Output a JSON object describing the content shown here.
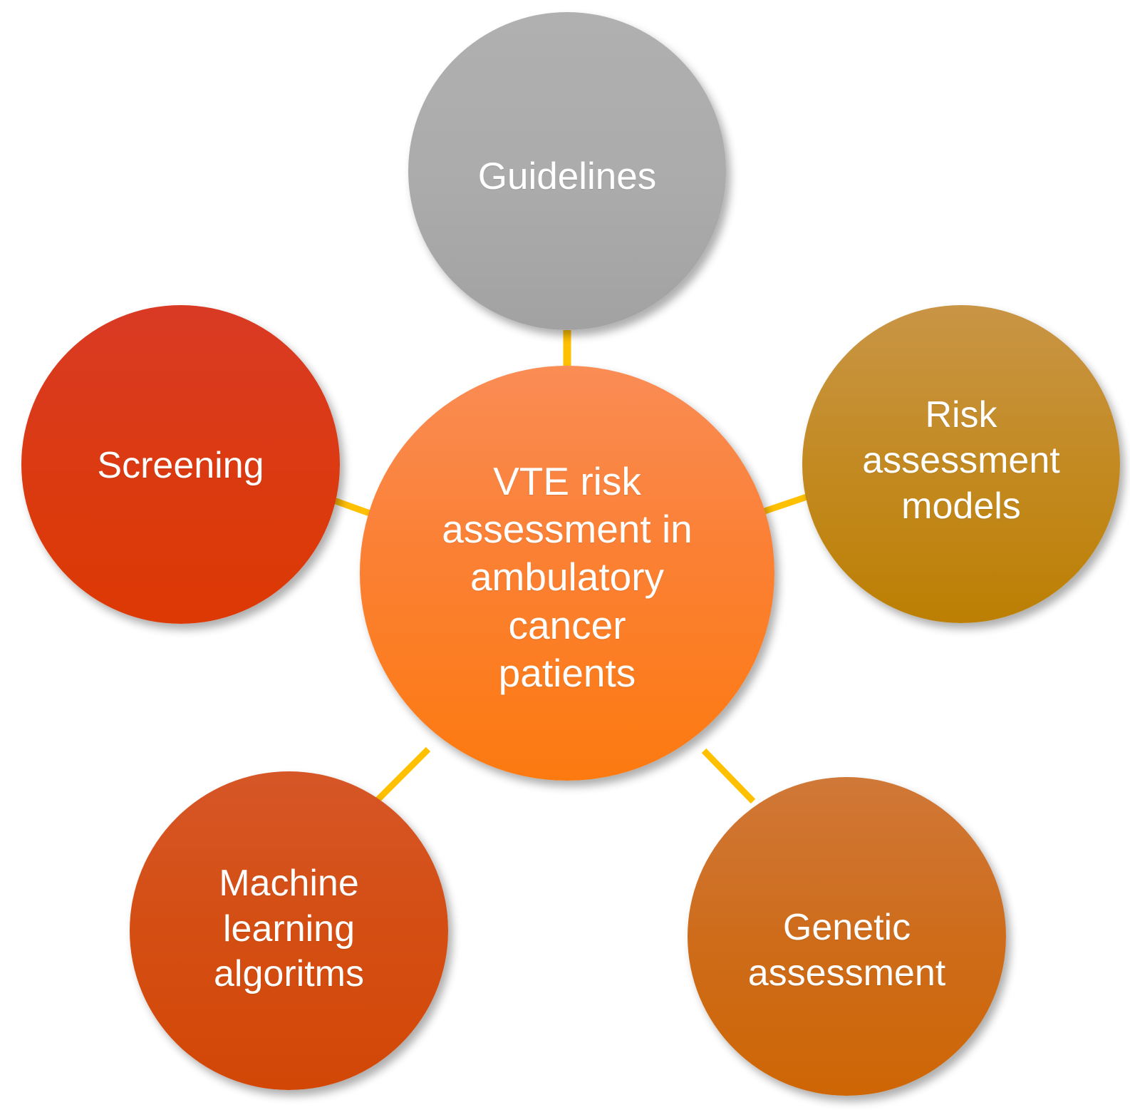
{
  "diagram": {
    "type": "radial-hub-and-spoke",
    "background_color": "#FFFFFF",
    "connector_color": "#FFC000",
    "center": {
      "id": "center",
      "label": "VTE risk\nassessment in\nambulatory\ncancer\npatients",
      "text_color": "#FFFFFF",
      "fill_top": "#FA8C55",
      "fill_bottom": "#FC7A10"
    },
    "nodes": [
      {
        "id": "guidelines",
        "label": "Guidelines",
        "text_color": "#FFFFFF",
        "fill_top": "#B0B0B0",
        "fill_bottom": "#A2A2A2",
        "position": "top"
      },
      {
        "id": "risk-assessment-models",
        "label": "Risk\nassessment\nmodels",
        "text_color": "#FFFFFF",
        "fill_top": "#C99546",
        "fill_bottom": "#BC7F03",
        "position": "right"
      },
      {
        "id": "genetic-assessment",
        "label": "Genetic\nassessment",
        "text_color": "#FFFFFF",
        "fill_top": "#D07838",
        "fill_bottom": "#CE6605",
        "position": "bottom-right"
      },
      {
        "id": "machine-learning-algoritms",
        "label": "Machine\nlearning\nalgoritms",
        "text_color": "#FFFFFF",
        "fill_top": "#D75627",
        "fill_bottom": "#D24706",
        "position": "bottom-left"
      },
      {
        "id": "screening",
        "label": "Screening",
        "text_color": "#FFFFFF",
        "fill_top": "#D93A24",
        "fill_bottom": "#DC3904",
        "position": "left"
      }
    ],
    "connectors": [
      {
        "id": "center-to-guidelines",
        "from": "center",
        "to": "guidelines"
      },
      {
        "id": "center-to-risk-assessment-models",
        "from": "center",
        "to": "risk-assessment-models"
      },
      {
        "id": "center-to-genetic-assessment",
        "from": "center",
        "to": "genetic-assessment"
      },
      {
        "id": "center-to-machine-learning-algoritms",
        "from": "center",
        "to": "machine-learning-algoritms"
      },
      {
        "id": "center-to-screening",
        "from": "center",
        "to": "screening"
      }
    ]
  }
}
